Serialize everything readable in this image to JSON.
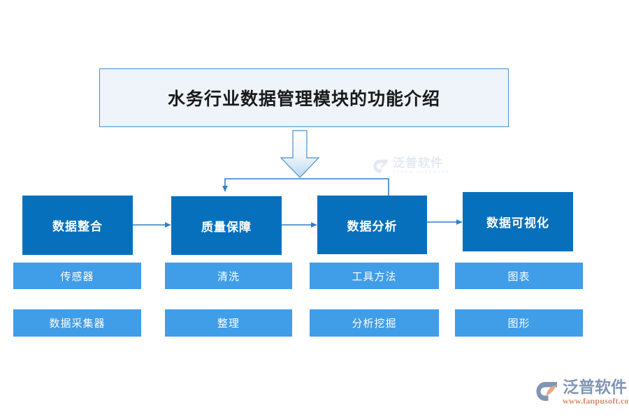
{
  "diagram": {
    "title": "水务行业数据管理模块的功能介绍",
    "colors": {
      "title_fill": "#eef4fa",
      "title_border": "#4a8fd0",
      "stage_fill": "#0770bd",
      "sub_fill": "#409de8",
      "connector": "#2f7fc4",
      "background": "#ffffff",
      "logo_text": "#8196b4",
      "logo_url": "#d98b6a"
    },
    "columns": [
      {
        "stage": "数据整合",
        "items": [
          "传感器",
          "数据采集器"
        ]
      },
      {
        "stage": "质量保障",
        "items": [
          "清洗",
          "整理"
        ]
      },
      {
        "stage": "数据分析",
        "items": [
          "工具方法",
          "分析挖掘"
        ]
      },
      {
        "stage": "数据可视化",
        "items": [
          "图表",
          "图形"
        ]
      }
    ],
    "flow": {
      "down_arrow": "down-block-arrow",
      "connections": [
        "数据整合 → 质量保障",
        "质量保障 → 数据分析",
        "数据分析 → 数据可视化",
        "数据分析 ⟲ 质量保障"
      ]
    }
  },
  "watermark": {
    "cn": "泛普软件",
    "en": "FANPU SOFTWARE"
  },
  "logo": {
    "cn": "泛普软件",
    "url": "www.fanpusoft.com"
  }
}
